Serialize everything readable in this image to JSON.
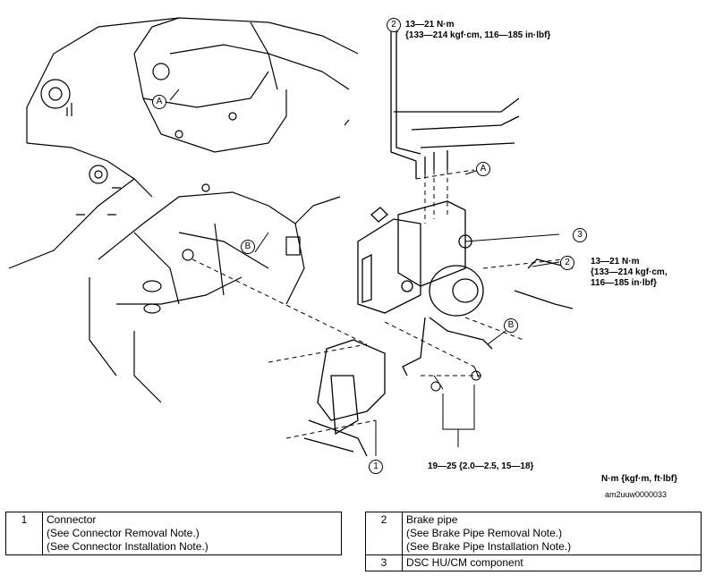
{
  "callouts": {
    "a": "A",
    "b": "B",
    "one": "1",
    "two": "2",
    "three": "3"
  },
  "torque_top": {
    "line1": "13—21 N·m",
    "line2": "{133—214 kgf·cm, 116—185 in·lbf}"
  },
  "torque_right": {
    "line1": "13—21 N·m",
    "line2": "{133—214 kgf·cm,",
    "line3": "116—185 in·lbf}"
  },
  "torque_bottom": "19—25 {2.0—2.5, 15—18}",
  "units_note": "N·m {kgf·m, ft·lbf}",
  "figure_code": "am2uuw0000033",
  "legend_left": {
    "num": "1",
    "title": "Connector",
    "note1": "(See Connector Removal Note.)",
    "note2": "(See Connector Installation Note.)"
  },
  "legend_right": [
    {
      "num": "2",
      "title": "Brake pipe",
      "note1": "(See Brake Pipe Removal Note.)",
      "note2": "(See Brake Pipe Installation Note.)"
    },
    {
      "num": "3",
      "title": "DSC HU/CM component"
    }
  ]
}
